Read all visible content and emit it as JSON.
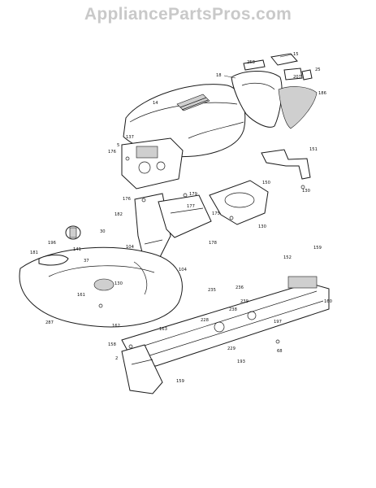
{
  "watermark": "AppliancePartsPros.com",
  "callouts": [
    "15",
    "258",
    "207",
    "25",
    "18",
    "186",
    "14",
    "137",
    "5",
    "176",
    "176",
    "179",
    "177",
    "175",
    "182",
    "178",
    "150",
    "151",
    "130",
    "130",
    "196",
    "141",
    "30",
    "104",
    "181",
    "37",
    "161",
    "130",
    "104",
    "287",
    "162",
    "163",
    "235",
    "236",
    "239",
    "238",
    "228",
    "160",
    "152",
    "159",
    "197",
    "68",
    "158",
    "2",
    "229",
    "193",
    "159"
  ]
}
